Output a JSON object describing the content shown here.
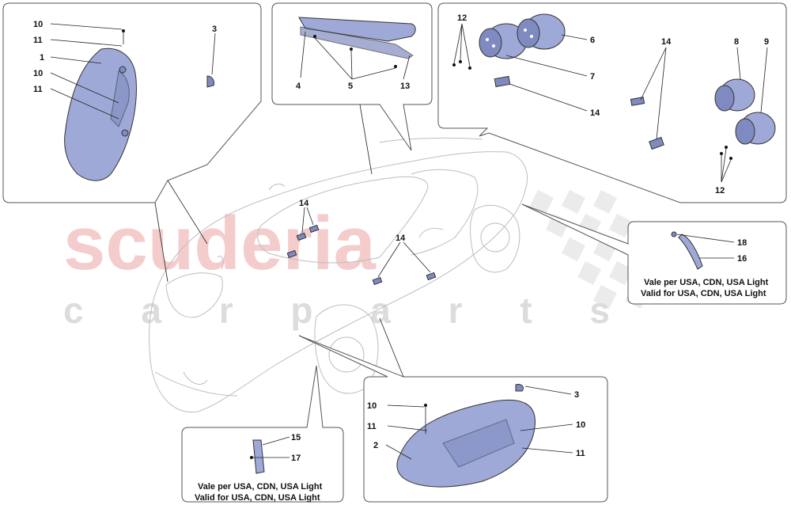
{
  "watermark": {
    "brand": "scuderia",
    "sub": "c a r   p a r t s"
  },
  "callouts": {
    "tail_light_left": {
      "labels": [
        "10",
        "11",
        "1",
        "10",
        "11",
        "3"
      ]
    },
    "third_brake_light": {
      "labels": [
        "4",
        "5",
        "13"
      ]
    },
    "bulbs_panel": {
      "labels": [
        "12",
        "6",
        "7",
        "14",
        "14",
        "8",
        "9",
        "12"
      ]
    },
    "rear_reflector": {
      "labels": [
        "18",
        "16"
      ],
      "note_it": "Vale per USA, CDN, USA Light",
      "note_en": "Valid for USA, CDN, USA Light"
    },
    "side_marker": {
      "labels": [
        "15",
        "17"
      ],
      "note_it": "Vale per USA, CDN, USA Light",
      "note_en": "Valid for USA, CDN, USA Light"
    },
    "headlight_right": {
      "labels": [
        "3",
        "10",
        "11",
        "2",
        "10",
        "11"
      ]
    },
    "car_labels": [
      "14",
      "14"
    ]
  },
  "colors": {
    "part_fill": "#9ea9d8",
    "watermark_red": "#f3c4c4",
    "outline": "#555555"
  }
}
